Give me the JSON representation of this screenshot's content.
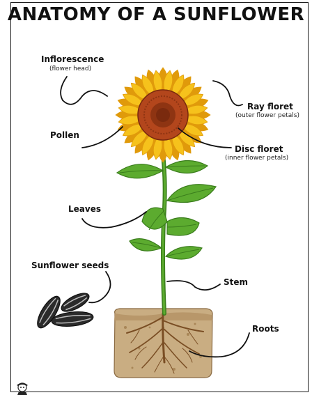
{
  "title": "ANATOMY OF A SUNFLOWER",
  "labels": {
    "inflorescence": {
      "name": "Inflorescence",
      "note": "(flower head)"
    },
    "ray_floret": {
      "name": "Ray floret",
      "note": "(outer flower petals)"
    },
    "pollen": {
      "name": "Pollen"
    },
    "disc_floret": {
      "name": "Disc floret",
      "note": "(inner flower petals)"
    },
    "leaves": {
      "name": "Leaves"
    },
    "seeds": {
      "name": "Sunflower seeds"
    },
    "stem": {
      "name": "Stem"
    },
    "roots": {
      "name": "Roots"
    }
  },
  "colors": {
    "petal": "#f6c21c",
    "petal_edge": "#e09a0b",
    "disc": "#b3461c",
    "disc_inner": "#7a2a0e",
    "leaf": "#5cab2f",
    "leaf_dark": "#3a7d1c",
    "stem": "#4a9a26",
    "soil": "#c9ad82",
    "root": "#7a4e24",
    "seed": "#2b2b2b"
  }
}
